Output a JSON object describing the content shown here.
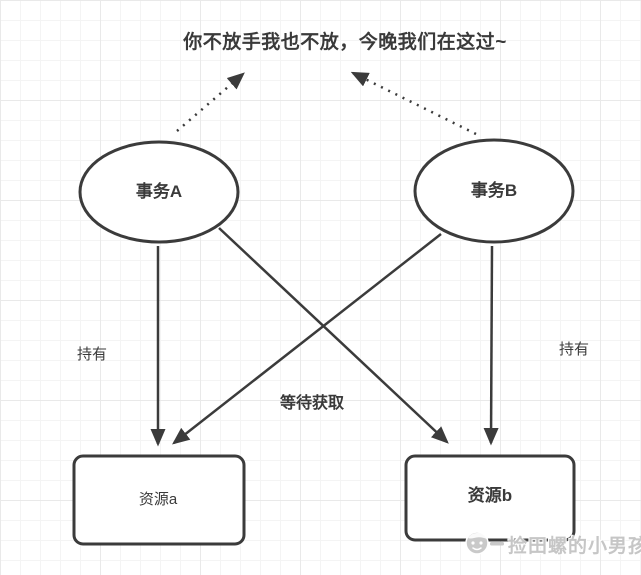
{
  "quote": {
    "text": "你不放手我也不放，今晚我们在这过~"
  },
  "nodes": {
    "transaction_a": {
      "label": "事务A",
      "shape": "ellipse"
    },
    "transaction_b": {
      "label": "事务B",
      "shape": "ellipse"
    },
    "resource_a": {
      "label": "资源a",
      "shape": "rounded-rect"
    },
    "resource_b": {
      "label": "资源b",
      "shape": "rounded-rect"
    }
  },
  "edges": {
    "holds_left": {
      "label": "持有",
      "from": "transaction_a",
      "to": "resource_a",
      "style": "solid"
    },
    "holds_right": {
      "label": "持有",
      "from": "transaction_b",
      "to": "resource_b",
      "style": "solid"
    },
    "waits": {
      "label": "等待获取",
      "style": "solid",
      "pair": [
        "transaction_a→resource_b",
        "transaction_b→resource_a"
      ]
    },
    "shout_a": {
      "from": "transaction_a",
      "to": "quote",
      "style": "dotted"
    },
    "shout_b": {
      "from": "transaction_b",
      "to": "quote",
      "style": "dotted"
    }
  },
  "watermark": {
    "text": "捡田螺的小男孩",
    "logo": "boy-face-icon"
  },
  "colors": {
    "stroke": "#3b3b3b",
    "text": "#3a3a3a",
    "fill": "#ffffff",
    "watermark": "#c6c6c6",
    "grid_minor": "#f4f4f4",
    "grid_major": "#e9e9e9"
  }
}
